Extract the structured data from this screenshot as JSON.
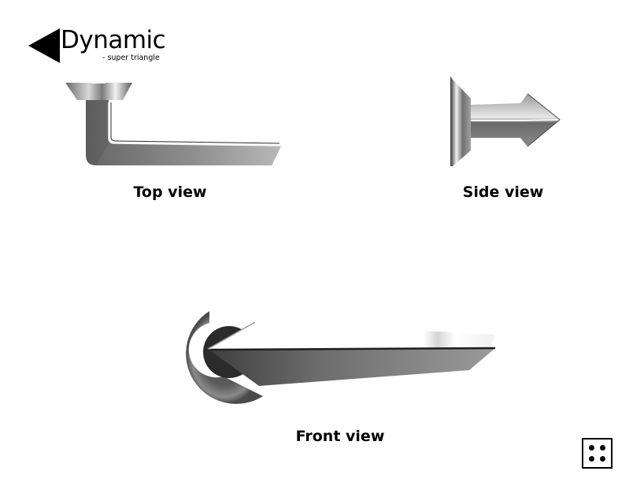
{
  "header": {
    "logo_icon": "left-pointing-triangle",
    "title": "Dynamic",
    "subtitle": "- super triangle"
  },
  "views": [
    {
      "id": "top",
      "caption": "Top view",
      "image": "door-handle-top-view"
    },
    {
      "id": "side",
      "caption": "Side view",
      "image": "door-handle-side-view"
    },
    {
      "id": "front",
      "caption": "Front view",
      "image": "door-handle-front-view"
    }
  ],
  "footer": {
    "icon": "dice-four-icon",
    "pips": 4
  },
  "colors": {
    "background": "#ffffff",
    "text": "#000000",
    "metal_dark": "#3a3a3a",
    "metal_mid": "#8a8a8a",
    "metal_light": "#e6e6e6"
  }
}
